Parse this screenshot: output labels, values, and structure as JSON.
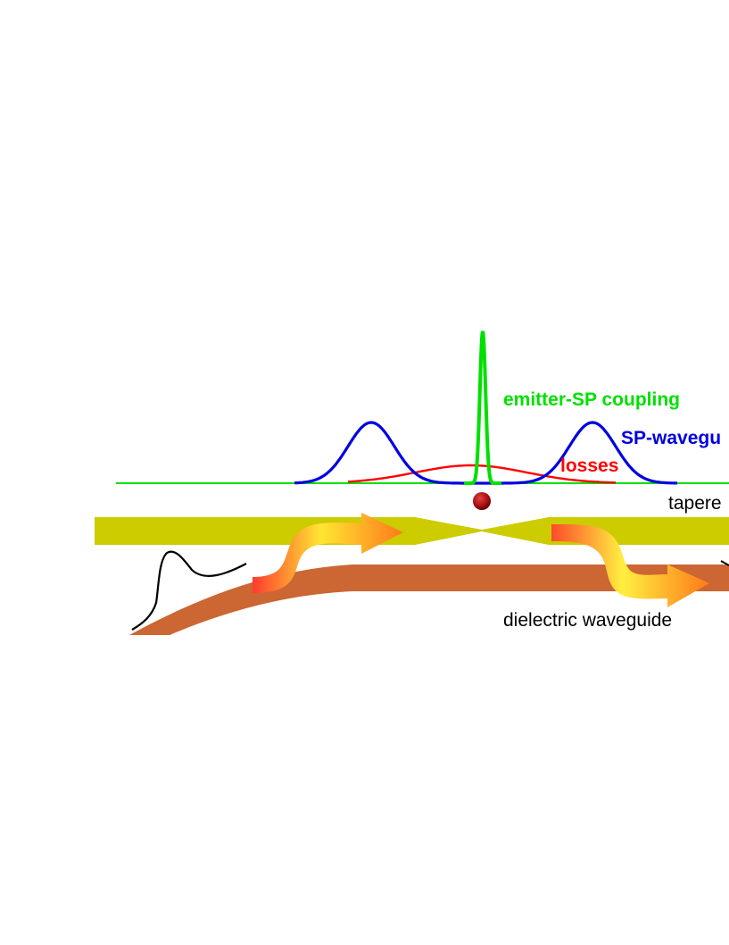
{
  "labels": {
    "emitter_coupling": "emitter-SP coupling",
    "sp_waveguide": "SP-wavegu",
    "losses": "losses",
    "tapered": "tapere",
    "dielectric_waveguide": "dielectric waveguide"
  },
  "colors": {
    "emitter_coupling": "#00e000",
    "sp_waveguide": "#0000e0",
    "losses": "#ff0000",
    "plasmonic_waveguide": "#cccc00",
    "dielectric_waveguide": "#cc6633",
    "emitter": "#aa1111",
    "arrow_start": "#ff3333",
    "arrow_end": "#ffee33",
    "pulse": "#000000"
  }
}
